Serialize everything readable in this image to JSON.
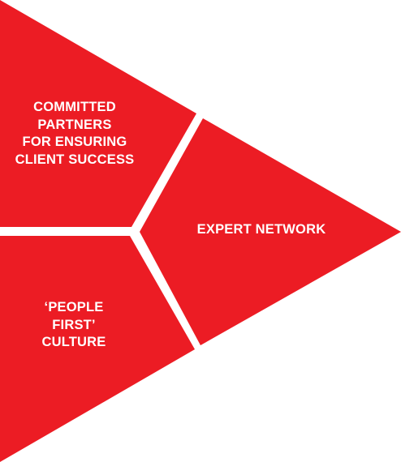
{
  "colors": {
    "segment_fill": "#ec1c24",
    "divider": "#ffffff",
    "text": "#ffffff",
    "background": "#ffffff"
  },
  "segments": [
    {
      "id": "top",
      "label": "COMMITTED\nPARTNERS\nFOR ENSURING\nCLIENT SUCCESS"
    },
    {
      "id": "right",
      "label": "EXPERT NETWORK"
    },
    {
      "id": "bottom",
      "label": "‘PEOPLE\nFIRST’\nCULTURE"
    }
  ]
}
